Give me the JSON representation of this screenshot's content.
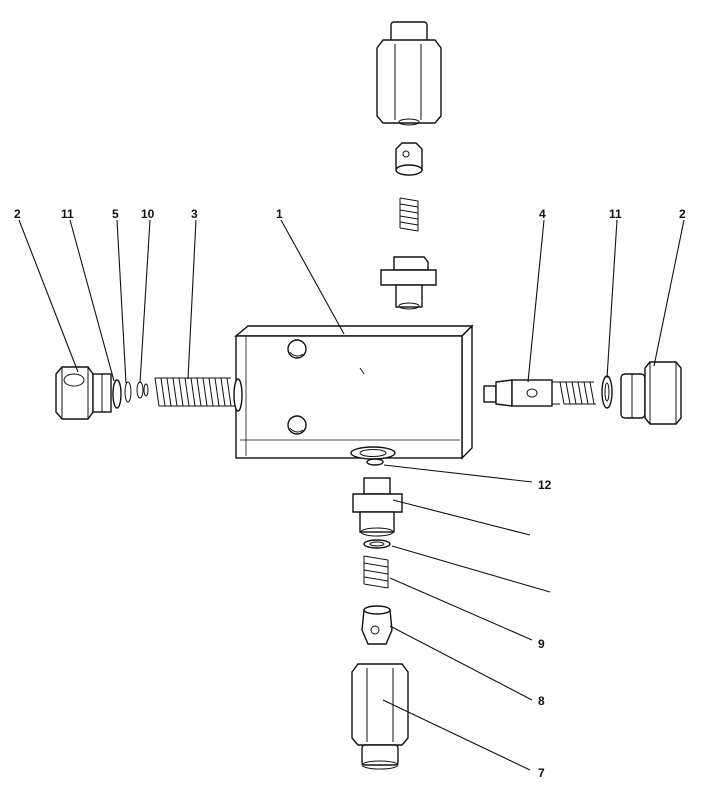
{
  "callouts": {
    "c_left_2": "2",
    "c_left_11": "11",
    "c_5": "5",
    "c_10": "10",
    "c_3": "3",
    "c_1": "1",
    "c_4": "4",
    "c_right_11": "11",
    "c_right_2": "2",
    "c_12": "12",
    "c_9": "9",
    "c_8": "8",
    "c_7": "7"
  },
  "parts": {
    "valve_body": "valve-body",
    "fitting_nut_left": "fitting-nut",
    "fitting_nut_right": "fitting-nut",
    "spring_left": "spring",
    "poppet_right": "poppet",
    "top_cap_nut": "cap-nut",
    "bottom_cap_nut": "cap-nut"
  }
}
